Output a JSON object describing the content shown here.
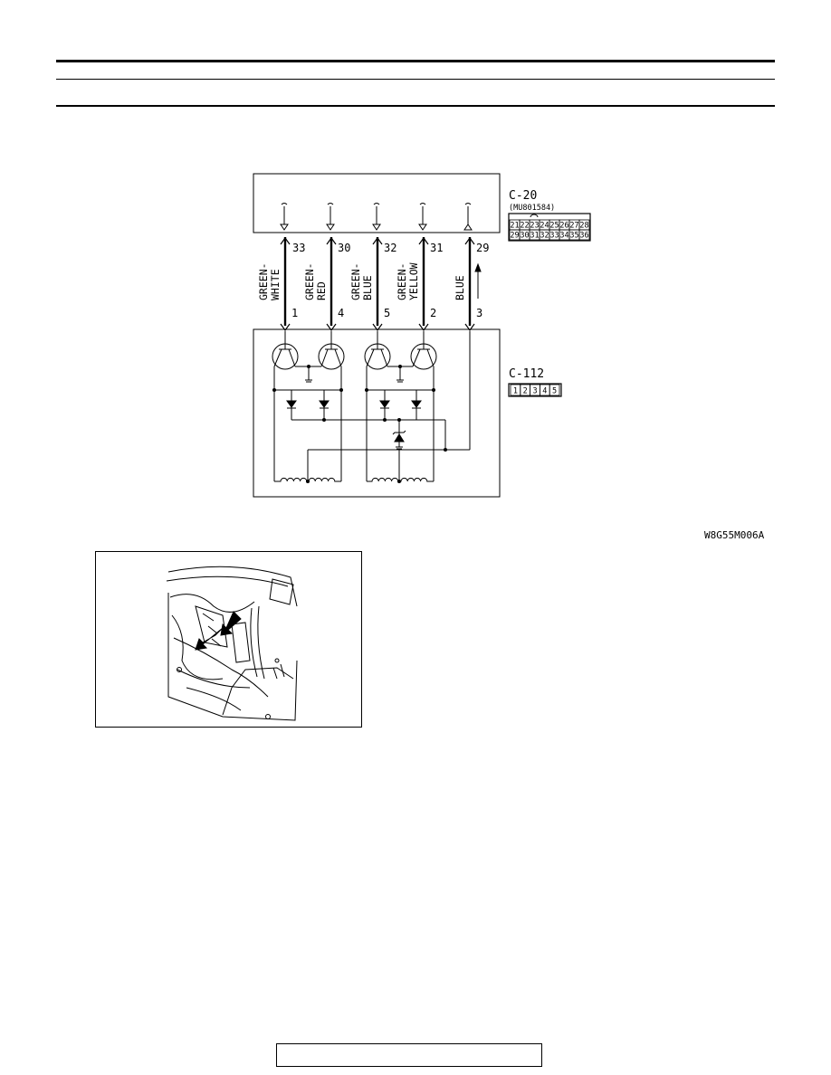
{
  "figure_code": "W8G55M006A",
  "connectors": {
    "c20": {
      "id": "C-20",
      "part_number": "(MU801584)",
      "row1": [
        "21",
        "22",
        "23",
        "24",
        "25",
        "26",
        "27",
        "28"
      ],
      "row2": [
        "29",
        "30",
        "31",
        "32",
        "33",
        "34",
        "35",
        "36"
      ]
    },
    "c112": {
      "id": "C-112",
      "pins": [
        "1",
        "2",
        "3",
        "4",
        "5"
      ]
    }
  },
  "wires": [
    {
      "c20_pin": "33",
      "c112_pin": "1",
      "color_top": "GREEN-",
      "color_bottom": "WHITE"
    },
    {
      "c20_pin": "30",
      "c112_pin": "4",
      "color_top": "GREEN-",
      "color_bottom": "RED"
    },
    {
      "c20_pin": "32",
      "c112_pin": "5",
      "color_top": "GREEN-",
      "color_bottom": "BLUE"
    },
    {
      "c20_pin": "31",
      "c112_pin": "2",
      "color_top": "GREEN-",
      "color_bottom": "YELLOW"
    },
    {
      "c20_pin": "29",
      "c112_pin": "3",
      "color_top": "",
      "color_bottom": "BLUE"
    }
  ]
}
